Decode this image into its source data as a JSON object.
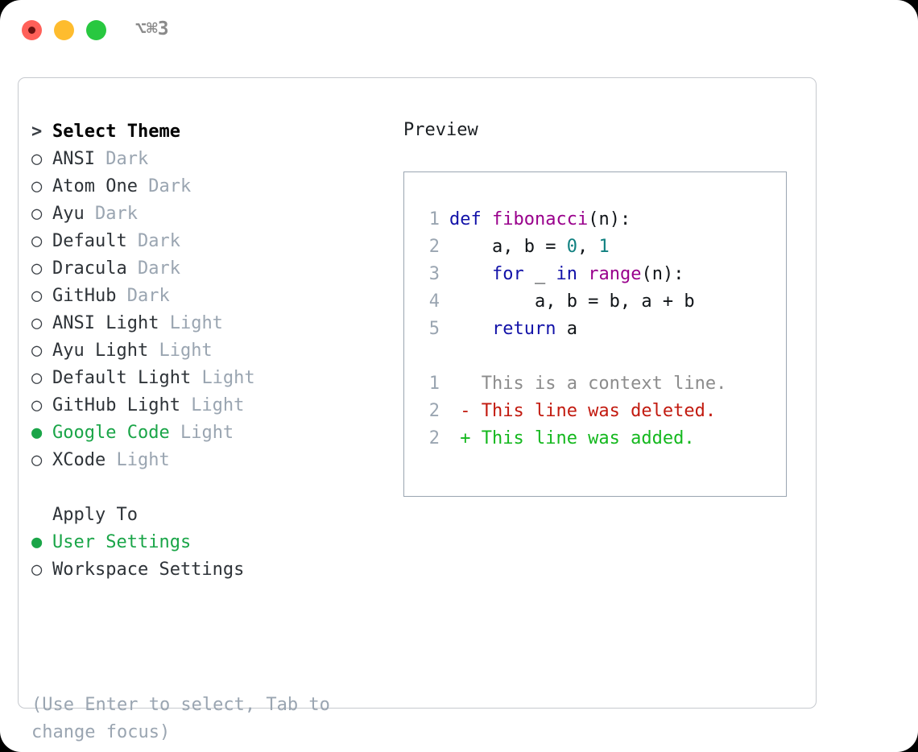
{
  "window": {
    "shortcut": "⌥⌘3",
    "traffic_lights": [
      {
        "name": "close-button",
        "color": "#ff6059"
      },
      {
        "name": "minimize-button",
        "color": "#febc2e"
      },
      {
        "name": "maximize-button",
        "color": "#28c840"
      }
    ]
  },
  "theme_picker": {
    "prompt_marker": ">",
    "prompt": "Select Theme",
    "marker_selected": "●",
    "marker_unselected": "○",
    "accent_color": "#1aa548",
    "items": [
      {
        "marker": "○",
        "name": "ANSI",
        "variant": "Dark",
        "selected": false
      },
      {
        "marker": "○",
        "name": "Atom One",
        "variant": "Dark",
        "selected": false
      },
      {
        "marker": "○",
        "name": "Ayu",
        "variant": "Dark",
        "selected": false
      },
      {
        "marker": "○",
        "name": "Default",
        "variant": "Dark",
        "selected": false
      },
      {
        "marker": "○",
        "name": "Dracula",
        "variant": "Dark",
        "selected": false
      },
      {
        "marker": "○",
        "name": "GitHub",
        "variant": "Dark",
        "selected": false
      },
      {
        "marker": "○",
        "name": "ANSI Light",
        "variant": "Light",
        "selected": false
      },
      {
        "marker": "○",
        "name": "Ayu Light",
        "variant": "Light",
        "selected": false
      },
      {
        "marker": "○",
        "name": "Default Light",
        "variant": "Light",
        "selected": false
      },
      {
        "marker": "○",
        "name": "GitHub Light",
        "variant": "Light",
        "selected": false
      },
      {
        "marker": "●",
        "name": "Google Code",
        "variant": "Light",
        "selected": true
      },
      {
        "marker": "○",
        "name": "XCode",
        "variant": "Light",
        "selected": false
      }
    ]
  },
  "apply_to": {
    "heading": "Apply To",
    "items": [
      {
        "marker": "●",
        "name": "User Settings",
        "selected": true
      },
      {
        "marker": "○",
        "name": "Workspace Settings",
        "selected": false
      }
    ]
  },
  "hint": "(Use Enter to select, Tab to change focus)",
  "preview": {
    "title": "Preview",
    "code_lines": [
      {
        "no": "1",
        "spans": [
          {
            "t": "def ",
            "c": "kw"
          },
          {
            "t": "fibonacci",
            "c": "fn"
          },
          {
            "t": "(n):",
            "c": "plain"
          }
        ]
      },
      {
        "no": "2",
        "spans": [
          {
            "t": "    a, b = ",
            "c": "plain"
          },
          {
            "t": "0",
            "c": "num"
          },
          {
            "t": ", ",
            "c": "plain"
          },
          {
            "t": "1",
            "c": "num"
          }
        ]
      },
      {
        "no": "3",
        "spans": [
          {
            "t": "    ",
            "c": "plain"
          },
          {
            "t": "for",
            "c": "kw"
          },
          {
            "t": " _ ",
            "c": "plain"
          },
          {
            "t": "in",
            "c": "kw"
          },
          {
            "t": " ",
            "c": "plain"
          },
          {
            "t": "range",
            "c": "fn"
          },
          {
            "t": "(n):",
            "c": "plain"
          }
        ]
      },
      {
        "no": "4",
        "spans": [
          {
            "t": "        a, b = b, a + b",
            "c": "plain"
          }
        ]
      },
      {
        "no": "5",
        "spans": [
          {
            "t": "    ",
            "c": "plain"
          },
          {
            "t": "return",
            "c": "kw"
          },
          {
            "t": " a",
            "c": "plain"
          }
        ]
      }
    ],
    "diff_lines": [
      {
        "no": "1",
        "spans": [
          {
            "t": "   This is a context line.",
            "c": "ctx"
          }
        ]
      },
      {
        "no": "2",
        "spans": [
          {
            "t": " - This line was deleted.",
            "c": "del"
          }
        ]
      },
      {
        "no": "2",
        "spans": [
          {
            "t": " + This line was added.",
            "c": "add"
          }
        ]
      }
    ]
  }
}
